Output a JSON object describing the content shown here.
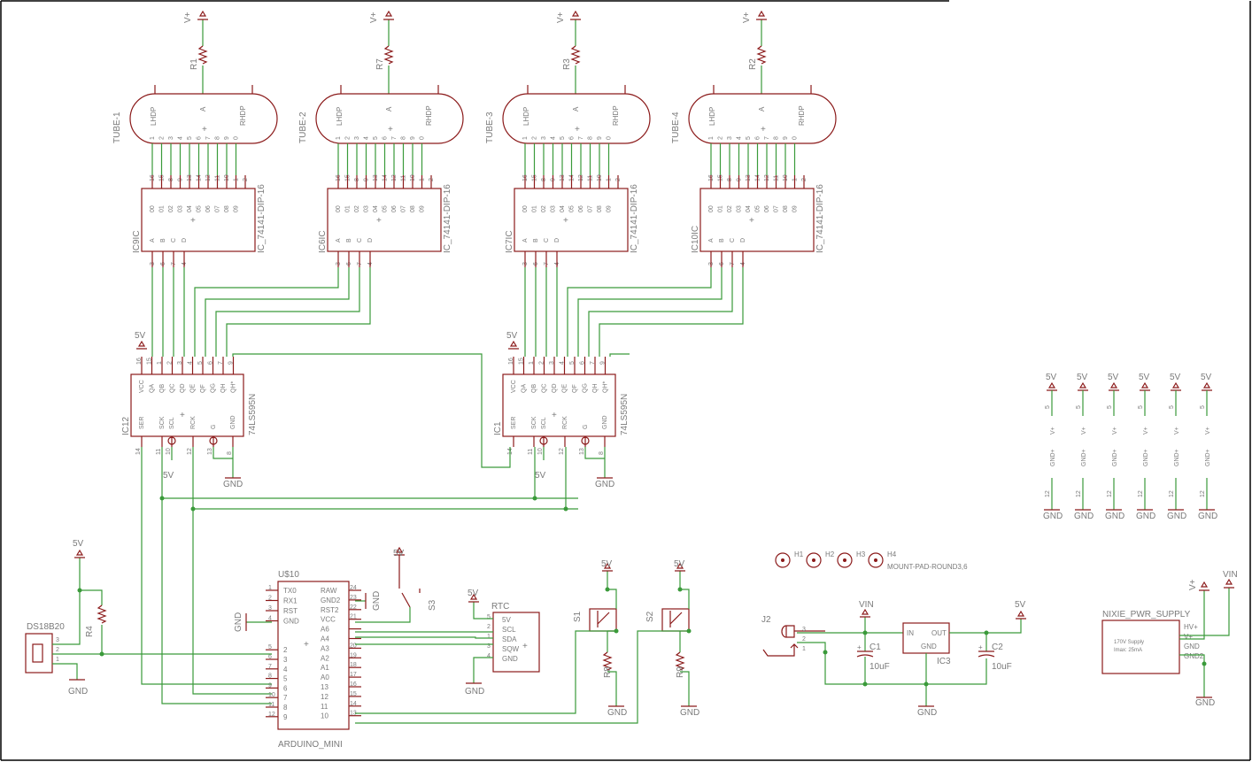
{
  "tubes": [
    {
      "name": "TUBE-1",
      "res": "R1"
    },
    {
      "name": "TUBE-2",
      "res": "R7"
    },
    {
      "name": "TUBE-3",
      "res": "R3"
    },
    {
      "name": "TUBE-4",
      "res": "R2"
    }
  ],
  "tube_labels": {
    "lhdp": "LHDP",
    "rhdp": "RHDP",
    "anode": "A",
    "supply": "V+"
  },
  "tube_pins": [
    "1",
    "2",
    "3",
    "4",
    "5",
    "6",
    "7",
    "8",
    "9",
    "0"
  ],
  "drivers": [
    {
      "name": "IC9IC",
      "value": "IC_74141-DIP-16"
    },
    {
      "name": "IC6IC",
      "value": "IC_74141-DIP-16"
    },
    {
      "name": "IC7IC",
      "value": "IC_74141-DIP-16"
    },
    {
      "name": "IC10IC",
      "value": "IC_74141-DIP-16"
    }
  ],
  "driver_pin_nums_top": [
    "16",
    "15",
    "8",
    "9",
    "13",
    "14",
    "12",
    "11",
    "10",
    "1",
    "2"
  ],
  "driver_out_labels": [
    "00",
    "01",
    "02",
    "03",
    "04",
    "05",
    "06",
    "07",
    "08",
    "09"
  ],
  "driver_in_labels": [
    "A",
    "B",
    "C",
    "D"
  ],
  "driver_in_pins": [
    "3",
    "6",
    "7",
    "4"
  ],
  "shift_regs": [
    {
      "name": "IC12",
      "value": "74LS595N"
    },
    {
      "name": "IC1",
      "value": "74LS595N"
    }
  ],
  "sr_top_pins": [
    "16",
    "15",
    "1",
    "2",
    "3",
    "4",
    "5",
    "6",
    "7",
    "9"
  ],
  "sr_top_labels": [
    "VCC",
    "QA",
    "QB",
    "QC",
    "QD",
    "QE",
    "QF",
    "QG",
    "QH",
    "QH*"
  ],
  "sr_bottom_labels": [
    "SER",
    "SCK",
    "SCL",
    "RCK",
    "G",
    "GND"
  ],
  "sr_bottom_pins": [
    "14",
    "11",
    "10",
    "12",
    "13",
    "8"
  ],
  "net_labels": {
    "v5": "5V",
    "gnd": "GND",
    "vin": "VIN",
    "vplus": "V+"
  },
  "arduino": {
    "name": "U$10",
    "value": "ARDUINO_MINI",
    "left_labels": [
      "TX0",
      "RX1",
      "RST",
      "GND",
      "2",
      "3",
      "4",
      "5",
      "6",
      "7",
      "8",
      "9"
    ],
    "left_pins": [
      "1",
      "2",
      "3",
      "4",
      "5",
      "6",
      "7",
      "8",
      "9",
      "10",
      "11",
      "12"
    ],
    "right_labels": [
      "RAW",
      "GND2",
      "RST2",
      "VCC",
      "A6",
      "A4",
      "A3",
      "A2",
      "A1",
      "A0",
      "13",
      "12",
      "11",
      "10"
    ],
    "right_pins": [
      "24",
      "23",
      "22",
      "21",
      "",
      "",
      "20",
      "19",
      "18",
      "17",
      "16",
      "15",
      "14",
      "13"
    ]
  },
  "rtc": {
    "name": "RTC",
    "labels": [
      "5V",
      "SCL",
      "SDA",
      "SQW",
      "GND"
    ],
    "pins": [
      "5",
      "2",
      "1",
      "3",
      "4"
    ]
  },
  "ds18b20": {
    "name": "DS18B20",
    "pins": [
      "3",
      "2",
      "1"
    ],
    "res": "R4"
  },
  "switches": [
    {
      "name": "S3"
    },
    {
      "name": "S1",
      "res": "R8"
    },
    {
      "name": "S2",
      "res": "R9"
    }
  ],
  "holes": [
    "H1",
    "H2",
    "H3",
    "H4"
  ],
  "holes_text": "MOUNT-PAD-ROUND3,6",
  "power": {
    "jack": "J2",
    "reg": "IC3",
    "reg_in": "IN",
    "reg_out": "OUT",
    "reg_gnd": "GND",
    "c1": "C1",
    "c2": "C2",
    "cap_value": "10uF",
    "pins": [
      "3",
      "2",
      "1"
    ]
  },
  "supply_connectors": {
    "labels": [
      "5V",
      "V+",
      "GND+",
      "12",
      "GND"
    ],
    "pins": [
      "5",
      "12"
    ]
  },
  "nixie_supply": {
    "name": "NIXIE_PWR_SUPPLY",
    "line1": "170V Supply",
    "line2": "Imax: 25mA",
    "pins": [
      "HV+",
      "V+",
      "GND",
      "GND2"
    ]
  }
}
